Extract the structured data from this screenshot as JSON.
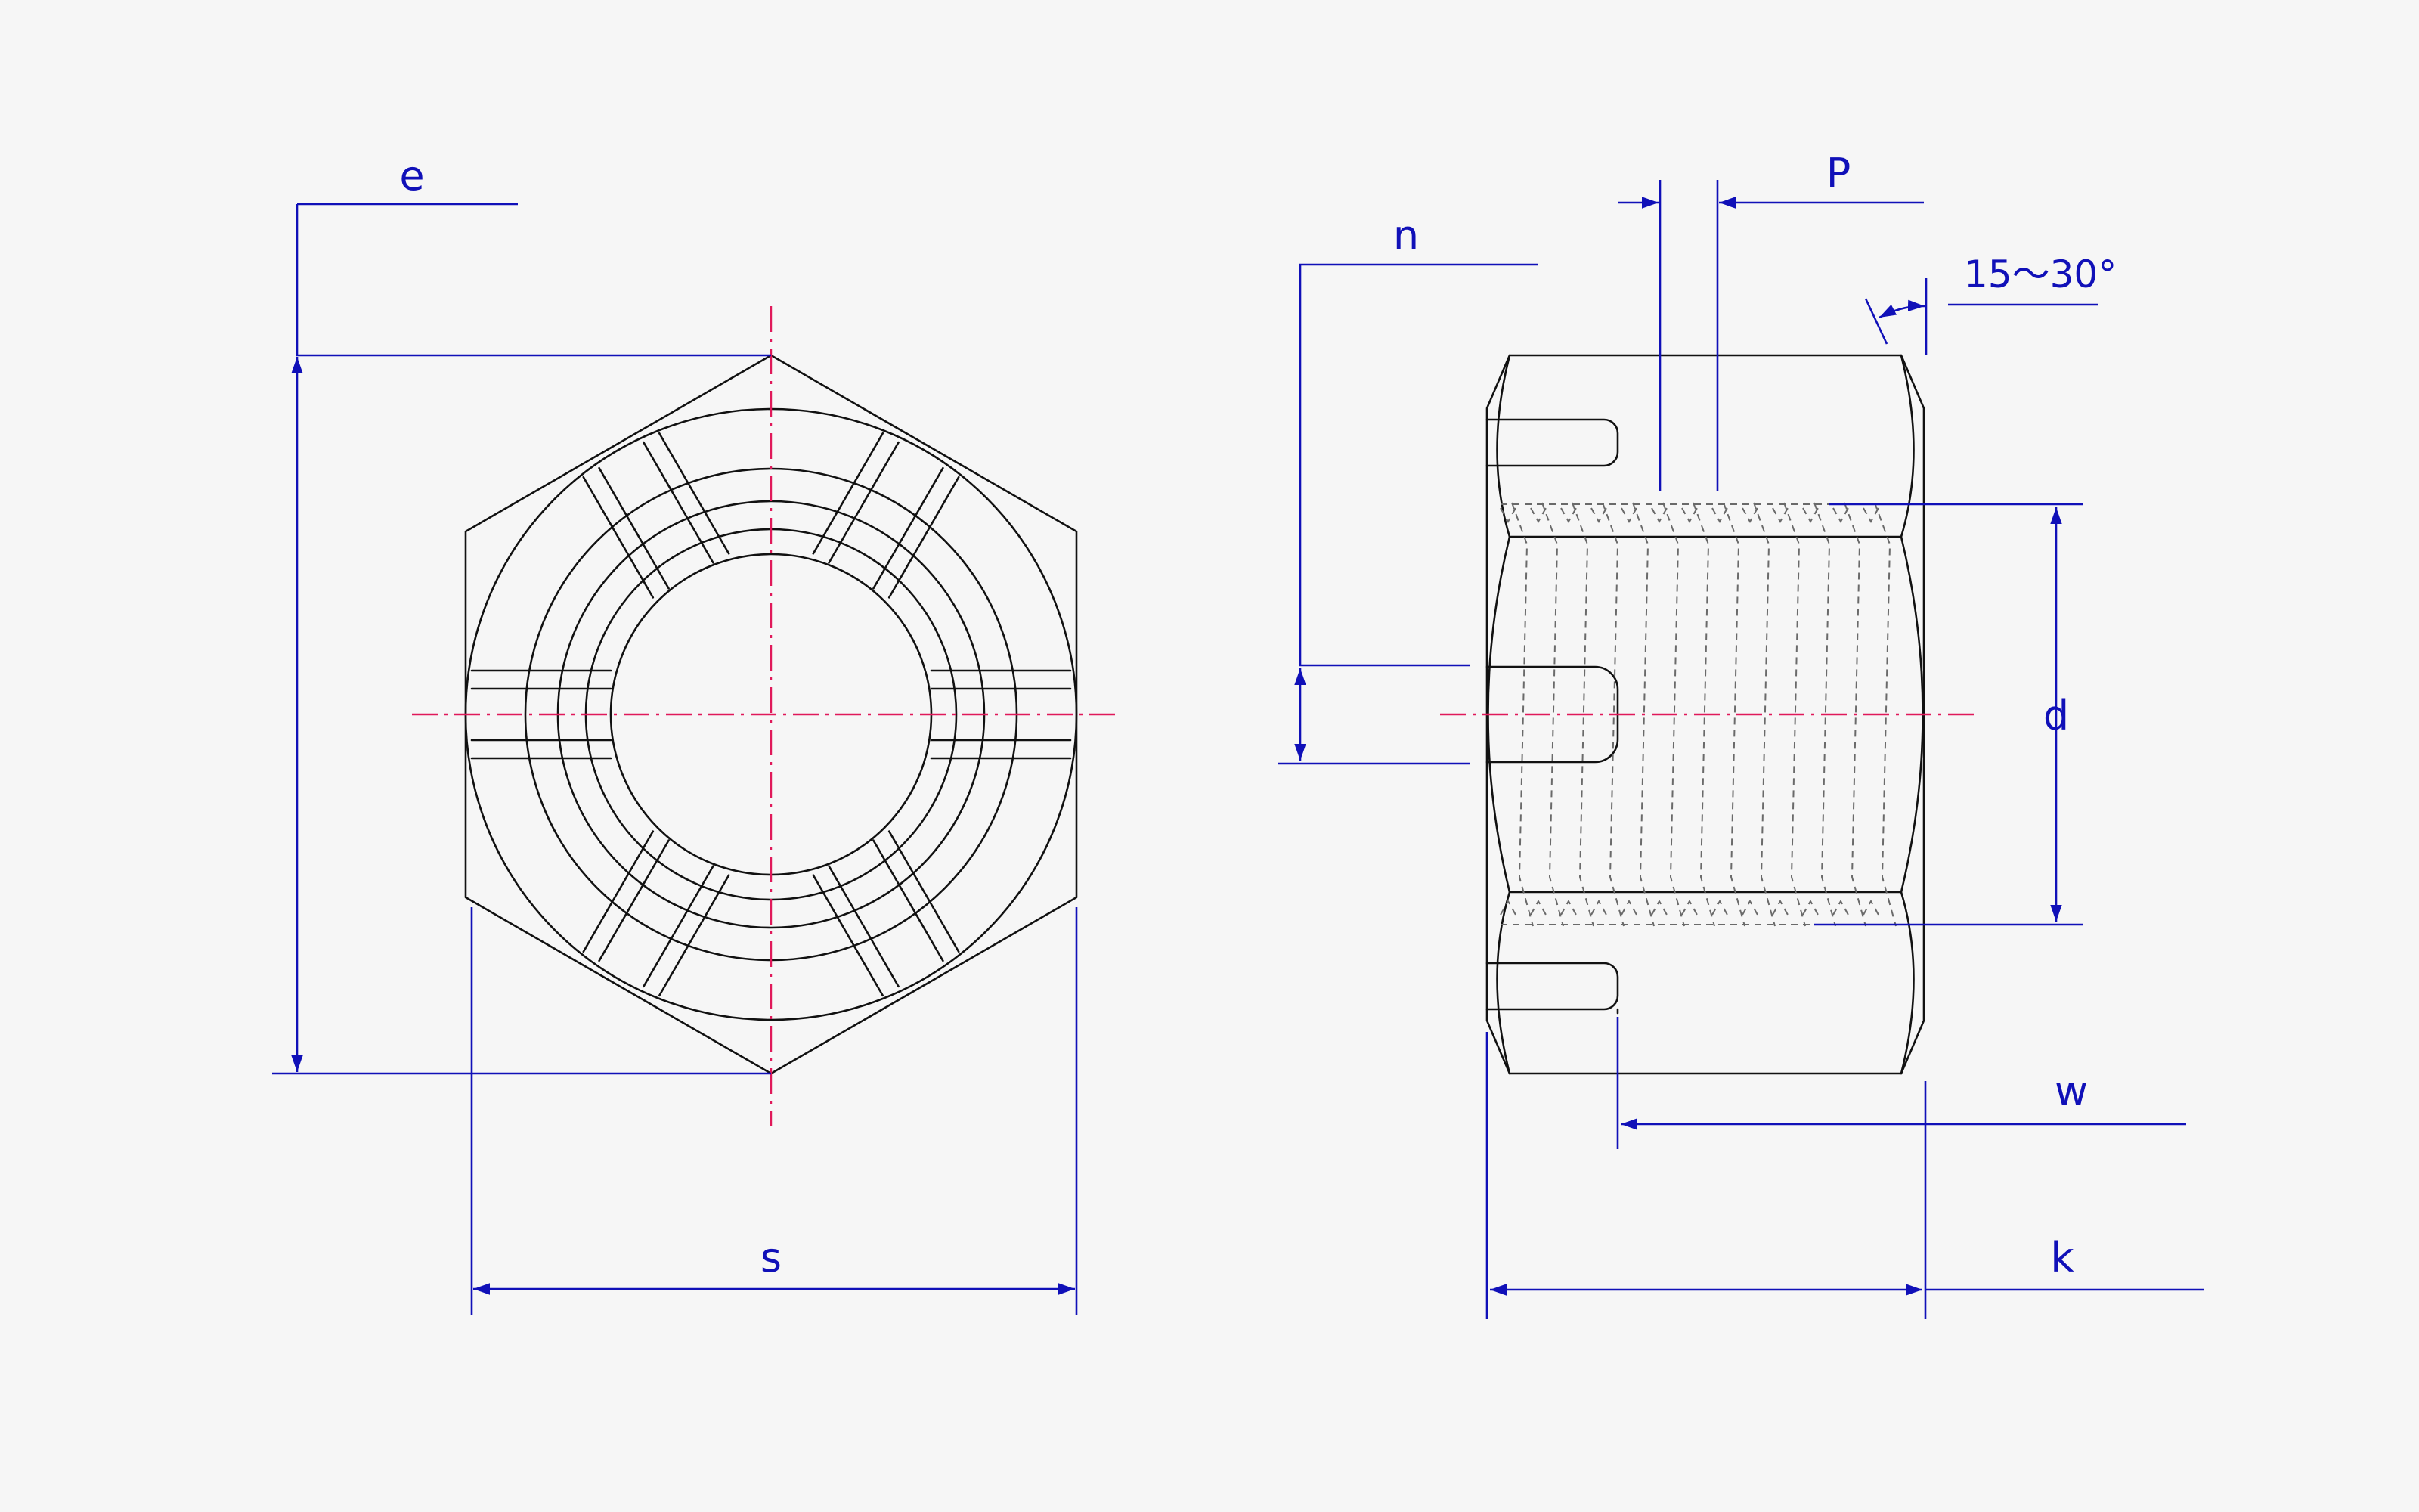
{
  "labels": {
    "e": "e",
    "s": "s",
    "n": "n",
    "P": "P",
    "angle": "15～30°",
    "d": "d",
    "w": "w",
    "k": "k"
  },
  "colors": {
    "outline": "#111111",
    "hidden_line": "#6a6a6a",
    "center_line": "#e0195a",
    "dimension": "#1010b8",
    "background": "#f6f6f6"
  }
}
